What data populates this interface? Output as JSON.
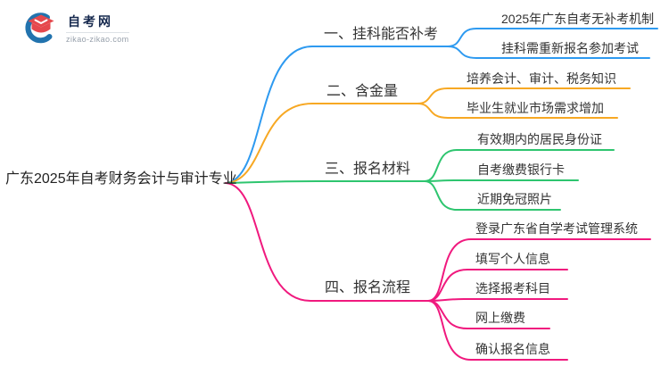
{
  "logo": {
    "title": "自考网",
    "domain": "zikao-zikao.com"
  },
  "root": {
    "label": "广东2025年自考财务会计与审计专业"
  },
  "colors": {
    "blue": "#2E9AF0",
    "orange": "#F7A823",
    "green": "#2EC56F",
    "pink": "#F0197E",
    "logo_blue": "#2273AE",
    "logo_red": "#E5484D"
  },
  "branches": [
    {
      "label": "一、挂科能否补考",
      "color": "#2E9AF0",
      "children": [
        "2025年广东自考无补考机制",
        "挂科需重新报名参加考试"
      ]
    },
    {
      "label": "二、含金量",
      "color": "#F7A823",
      "children": [
        "培养会计、审计、税务知识",
        "毕业生就业市场需求增加"
      ]
    },
    {
      "label": "三、报名材料",
      "color": "#2EC56F",
      "children": [
        "有效期内的居民身份证",
        "自考缴费银行卡",
        "近期免冠照片"
      ]
    },
    {
      "label": "四、报名流程",
      "color": "#F0197E",
      "children": [
        "登录广东省自学考试管理系统",
        "填写个人信息",
        "选择报考科目",
        "网上缴费",
        "确认报名信息"
      ]
    }
  ]
}
